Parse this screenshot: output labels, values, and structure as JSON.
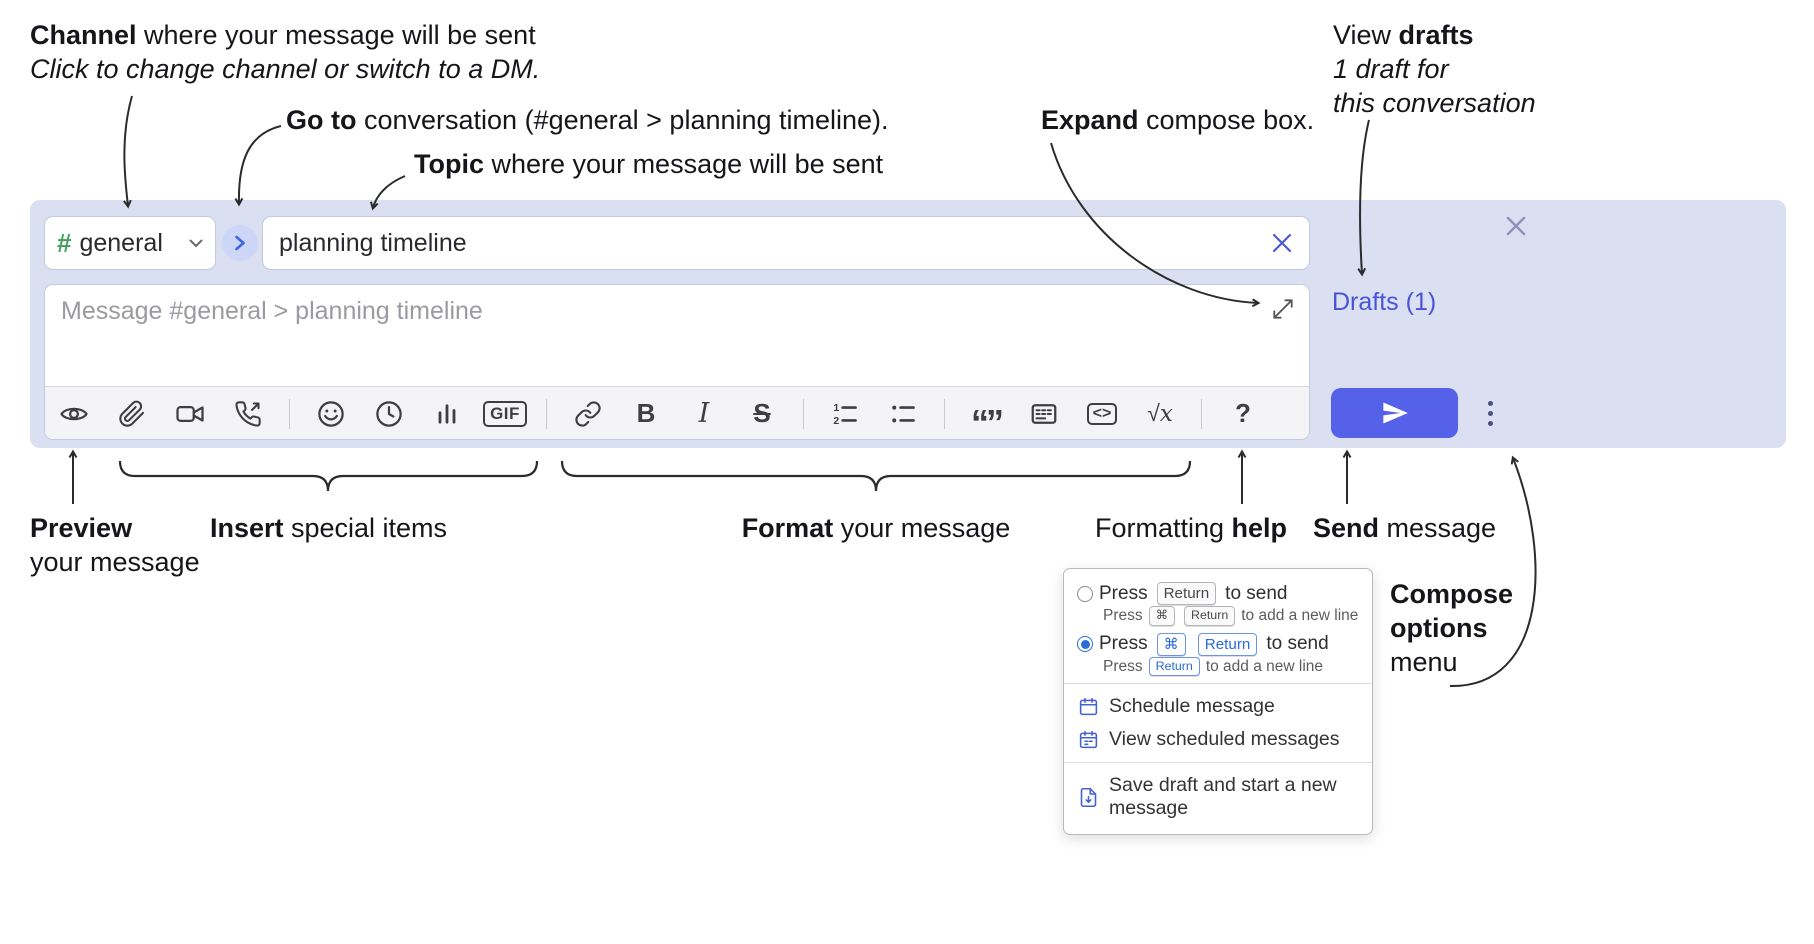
{
  "annotations": {
    "channel": {
      "bold": "Channel",
      "rest": " where your message will be sent",
      "sub": "Click to change channel or switch to a DM."
    },
    "goto": {
      "bold": "Go to",
      "rest": " conversation (#general > planning timeline)."
    },
    "topic": {
      "bold": "Topic",
      "rest": " where your message will be sent"
    },
    "expand": {
      "bold": "Expand",
      "rest": " compose box."
    },
    "drafts": {
      "pre": "View ",
      "bold": "drafts",
      "line2": "1 draft for",
      "line3": "this conversation"
    },
    "preview": {
      "bold": "Preview",
      "line2": "your message"
    },
    "insert": {
      "bold": "Insert",
      "rest": " special items"
    },
    "format": {
      "bold": "Format",
      "rest": " your message"
    },
    "formatting_help": {
      "pre": "Formatting ",
      "bold": "help"
    },
    "send": {
      "bold": "Send",
      "rest": " message"
    },
    "compose_options": {
      "line1": "Compose",
      "line2": "options",
      "line3": "menu"
    }
  },
  "compose": {
    "channel": {
      "hash": "#",
      "name": "general"
    },
    "topic": "planning timeline",
    "message_placeholder": "Message #general > planning timeline",
    "drafts_link": "Drafts (1)",
    "toolbar_labels": {
      "gif": "GIF",
      "bold": "B",
      "italic": "I",
      "strike": "S",
      "quote": "“”",
      "code": "<>",
      "math_root": "√",
      "math_x": "x",
      "help": "?"
    }
  },
  "menu": {
    "option_return": {
      "press": "Press",
      "key_return": "Return",
      "to_send": "to send",
      "sub_press": "Press",
      "sub_key_cmd": "⌘",
      "sub_key_return": "Return",
      "sub_tail": "to add a new line"
    },
    "option_cmd_return": {
      "press": "Press",
      "key_cmd": "⌘",
      "key_return": "Return",
      "to_send": "to send",
      "sub_press": "Press",
      "sub_key_return": "Return",
      "sub_tail": "to add a new line"
    },
    "schedule": "Schedule message",
    "view_scheduled": "View scheduled messages",
    "save_draft": "Save draft and start a new message"
  },
  "icons": {
    "toolbar": [
      "preview-eye",
      "attach-paperclip",
      "video-call",
      "start-call",
      "emoji",
      "time",
      "poll",
      "gif",
      "link",
      "bold",
      "italic",
      "strikethrough",
      "numbered-list",
      "bulleted-list",
      "quote",
      "spoiler",
      "code",
      "math",
      "help"
    ],
    "other": [
      "go-to-conversation-arrow",
      "clear-topic-x",
      "close-compose-x",
      "expand-compose",
      "send-plane",
      "compose-options-dots",
      "calendar",
      "draft-file",
      "chevron-down"
    ]
  },
  "colors": {
    "compose_bg": "#dbdff2",
    "send_button": "#5661ea",
    "accent_blue": "#4754d6",
    "hash_green": "#43a05f",
    "menu_accent": "#2b6bd8",
    "icon": "#3f3f3f"
  }
}
